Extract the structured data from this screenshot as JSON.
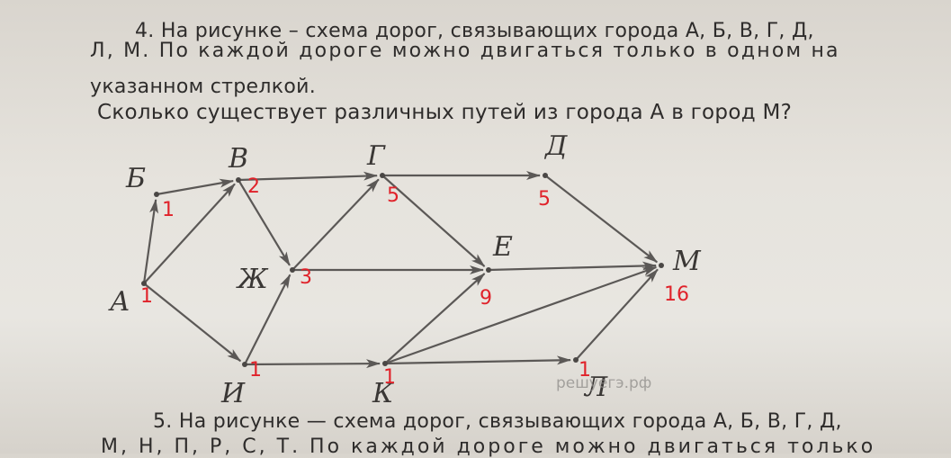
{
  "text": {
    "line1": "4. На рисунке – схема дорог, связывающих города А, Б, В, Г, Д,",
    "line2": "Л, М. По каждой дороге можно двигаться только в одном на",
    "line3": "указанном стрелкой.",
    "line4": "Сколько существует различных путей из города А в город М?",
    "line5": "5. На рисунке — схема дорог, связывающих города А, Б, В, Г, Д,",
    "line6": "М, Н, П, Р, С, Т. По каждой дороге можно двигаться только"
  },
  "watermark": "решуегэ.рф",
  "cities": [
    {
      "id": "A",
      "label": "А",
      "count": "1"
    },
    {
      "id": "B",
      "label": "Б",
      "count": "1"
    },
    {
      "id": "V",
      "label": "В",
      "count": "2"
    },
    {
      "id": "G",
      "label": "Г",
      "count": "5"
    },
    {
      "id": "D",
      "label": "Д",
      "count": "5"
    },
    {
      "id": "Zh",
      "label": "Ж",
      "count": "3"
    },
    {
      "id": "E",
      "label": "Е",
      "count": "9"
    },
    {
      "id": "M",
      "label": "М",
      "count": "16"
    },
    {
      "id": "I",
      "label": "И",
      "count": "1"
    },
    {
      "id": "K",
      "label": "К",
      "count": "1"
    },
    {
      "id": "L",
      "label": "Л",
      "count": "1"
    }
  ],
  "roads": [
    [
      "A",
      "B"
    ],
    [
      "A",
      "V"
    ],
    [
      "A",
      "I"
    ],
    [
      "B",
      "V"
    ],
    [
      "V",
      "Zh"
    ],
    [
      "V",
      "G"
    ],
    [
      "Zh",
      "G"
    ],
    [
      "Zh",
      "E"
    ],
    [
      "G",
      "D"
    ],
    [
      "G",
      "E"
    ],
    [
      "D",
      "M"
    ],
    [
      "E",
      "M"
    ],
    [
      "I",
      "Zh"
    ],
    [
      "I",
      "K"
    ],
    [
      "K",
      "E"
    ],
    [
      "K",
      "M"
    ],
    [
      "K",
      "L"
    ],
    [
      "L",
      "M"
    ]
  ],
  "colors": {
    "annotation": "#e0222a",
    "ink": "#3a3735"
  }
}
